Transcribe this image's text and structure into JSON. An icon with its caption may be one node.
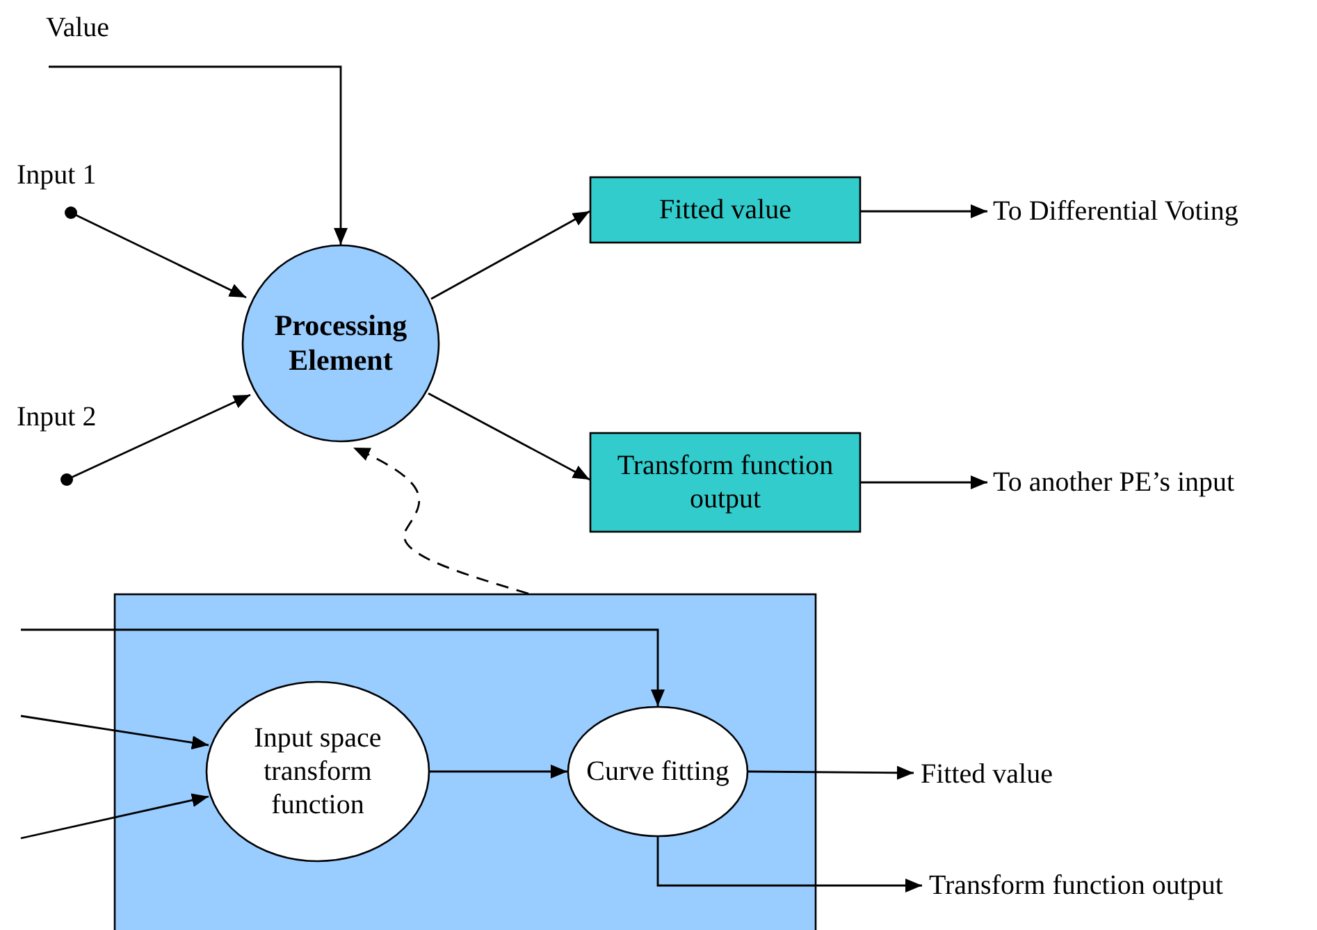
{
  "diagram": {
    "nodes": [
      {
        "text": [
          "Value"
        ]
      },
      {
        "text": [
          "Input 1"
        ]
      },
      {
        "text": [
          "Input 2"
        ]
      },
      {
        "text": [
          "Processing Element"
        ]
      },
      {
        "text": [
          "Fitted value"
        ]
      },
      {
        "text": [
          "Transform function output"
        ]
      },
      {
        "text": [
          "To Differential Voting"
        ]
      },
      {
        "text": [
          "To another PE’s input"
        ]
      },
      {
        "text": [],
        "shape": "box"
      },
      {
        "text": [
          "Input space transform function"
        ],
        "in": 8
      },
      {
        "text": [
          "Curve fitting"
        ],
        "in": 8
      },
      {
        "text": [
          "Fitted value"
        ]
      },
      {
        "text": [
          "Transform function output"
        ]
      }
    ],
    "edges": [
      {
        "from": 0,
        "to": 3,
        "arrow": "to"
      },
      {
        "from": 1,
        "to": 3,
        "arrow": "to"
      },
      {
        "from": 2,
        "to": 3,
        "arrow": "to"
      },
      {
        "from": 3,
        "to": 4,
        "arrow": "to"
      },
      {
        "from": 3,
        "to": 5,
        "arrow": "to"
      },
      {
        "from": 4,
        "to": 6,
        "arrow": "to"
      },
      {
        "from": 5,
        "to": 7,
        "arrow": "to"
      },
      {
        "from": 8,
        "to": 3,
        "arrow": "to",
        "style": "dashed"
      },
      {
        "from": null,
        "to": 10,
        "arrow": "to"
      },
      {
        "from": null,
        "to": 9,
        "arrow": "to"
      },
      {
        "from": null,
        "to": 9,
        "arrow": "to"
      },
      {
        "from": 9,
        "to": 10,
        "arrow": "to"
      },
      {
        "from": 10,
        "to": 11,
        "arrow": "to"
      },
      {
        "from": 10,
        "to": 12,
        "arrow": "to"
      }
    ]
  }
}
